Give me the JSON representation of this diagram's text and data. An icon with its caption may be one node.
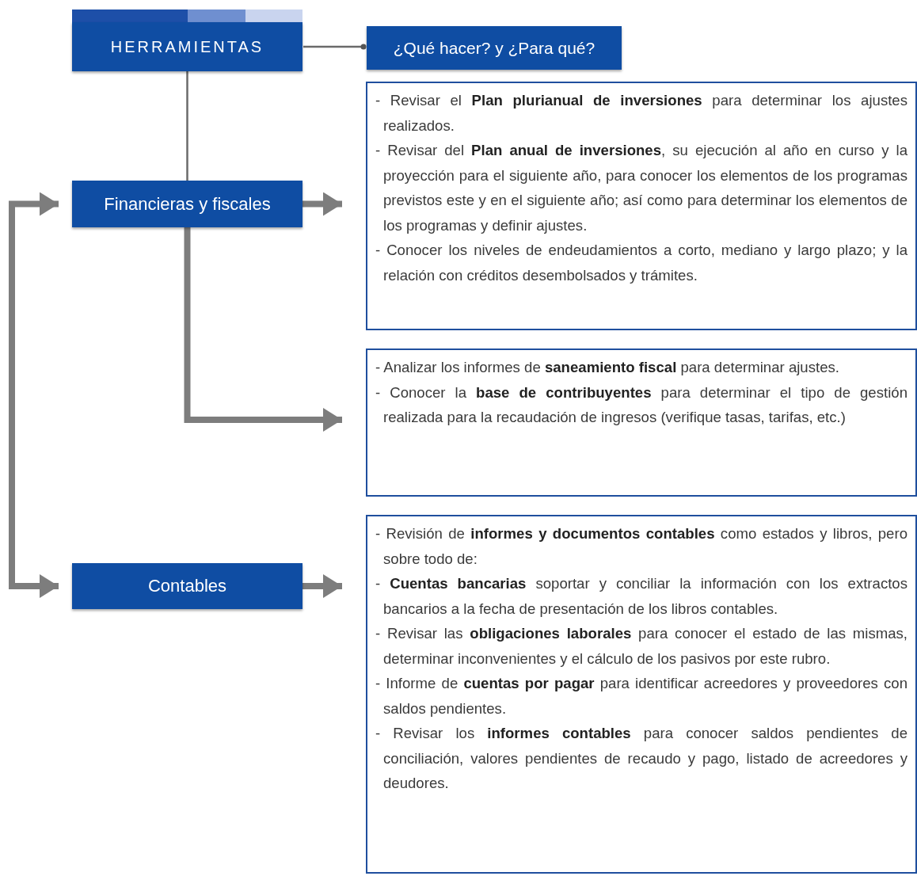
{
  "diagram": {
    "nodes": [
      {
        "text": [
          "HERRAMIENTAS"
        ]
      },
      {
        "text": [
          "¿Qué hacer? y ¿Para qué?"
        ]
      },
      {
        "text": [
          "Financieras y fiscales"
        ]
      },
      {
        "text": [
          "Contables"
        ]
      },
      {
        "text": [
          "- Revisar el **Plan plurianual de inversiones** para determinar los ajustes realizados.",
          "- Revisar del **Plan anual de inversiones**, su ejecución al año en curso y la proyección para el siguiente año, para conocer los elementos de los programas previstos este y en el siguiente año; así como para determinar los elementos de los programas y definir ajustes.",
          "- Conocer los niveles de endeudamientos a corto, mediano y largo plazo; y la relación con créditos desembolsados y trámites."
        ]
      },
      {
        "text": [
          "- Analizar los informes de **saneamiento fiscal** para determinar ajustes.",
          "- Conocer la **base de contribuyentes** para determinar el tipo de gestión realizada para la recaudación de ingresos (verifique tasas, tarifas, etc.)"
        ]
      },
      {
        "text": [
          "- Revisión de **informes y documentos contables** como estados y libros, pero sobre todo de:",
          "- **Cuentas bancarias** soportar y conciliar la información con los extractos bancarios a la fecha de presentación de los libros contables.",
          "- Revisar las **obligaciones laborales** para conocer el estado de las mismas, determinar inconvenientes y el cálculo de los pasivos por este rubro.",
          "- Informe de **cuentas por pagar** para identificar acreedores y proveedores con saldos pendientes.",
          "- Revisar los **informes contables** para conocer saldos pendientes de conciliación, valores pendientes de recaudo y pago, listado de acreedores y deudores."
        ]
      }
    ],
    "edges": [
      {
        "from": 0,
        "to": 1,
        "arrow": "other"
      },
      {
        "from": 0,
        "to": 2,
        "arrow": "none"
      },
      {
        "from": 2,
        "to": 4,
        "arrow": "to"
      },
      {
        "from": 2,
        "to": 5,
        "arrow": "to"
      },
      {
        "from": 3,
        "to": 6,
        "arrow": "to"
      },
      {
        "from": 2,
        "to": 3,
        "arrow": "both"
      }
    ]
  }
}
